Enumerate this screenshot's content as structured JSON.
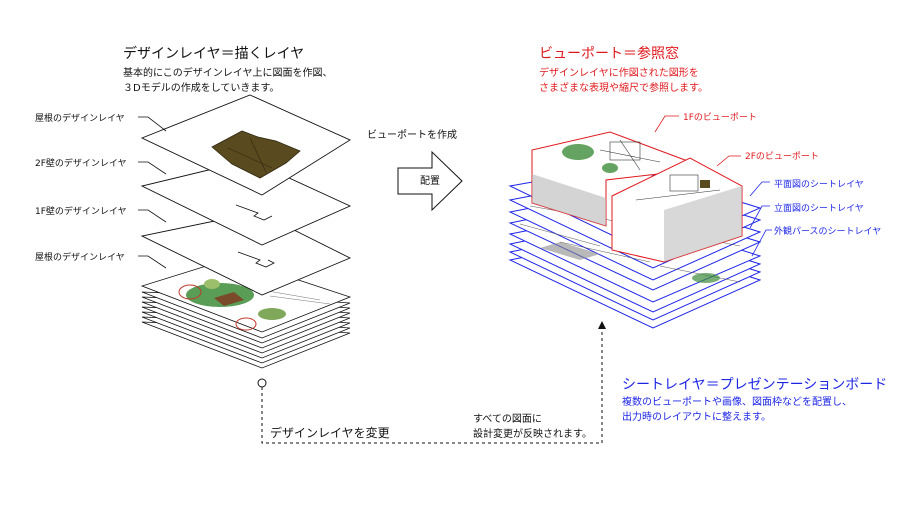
{
  "colors": {
    "red": "#e0191d",
    "blue": "#1e26e6",
    "ink": "#111111",
    "roof": "#5a4a1f",
    "shaded": "#b8b8b8",
    "green": "#3d8c3a"
  },
  "design_layer": {
    "title": "デザインレイヤ＝描くレイヤ",
    "desc_1": "基本的にこのデザインレイヤ上に図面を作図、",
    "desc_2": "３Dモデルの作成をしていきます。",
    "labels": {
      "roof_top": "屋根のデザインレイヤ",
      "wall_2f": "2F壁のデザインレイヤ",
      "wall_1f": "1F壁のデザインレイヤ",
      "roof_bottom": "屋根のデザインレイヤ"
    }
  },
  "arrow": {
    "caption": "ビューポートを作成",
    "label": "配置"
  },
  "viewport": {
    "title": "ビューポート＝参照窓",
    "desc_1": "デザインレイヤに作図された図形を",
    "desc_2": "さまざまな表現や縮尺で参照します。",
    "label_1f": "1Fのビューポート",
    "label_2f": "2Fのビューポート"
  },
  "sheet_layers": {
    "plan": "平面図のシートレイヤ",
    "elevation": "立面図のシートレイヤ",
    "perspective": "外観パースのシートレイヤ"
  },
  "sheet_board": {
    "title": "シートレイヤ＝プレゼンテーションボード",
    "desc_1": "複数のビューポートや画像、図面枠などを配置し、",
    "desc_2": "出力時のレイアウトに整えます。"
  },
  "feedback": {
    "change_label": "デザインレイヤを変更",
    "note_1": "すべての図面に",
    "note_2": "設計変更が反映されます。"
  }
}
